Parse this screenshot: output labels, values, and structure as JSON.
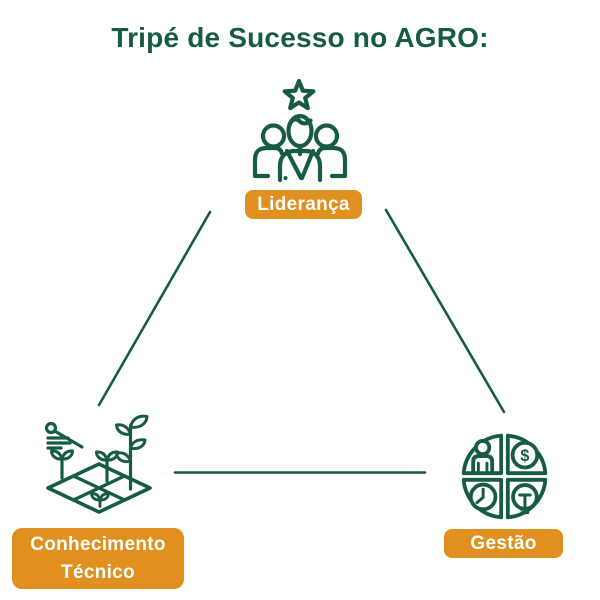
{
  "title": "Tripé de Sucesso no AGRO:",
  "colors": {
    "brand_green": "#175C42",
    "accent_orange": "#E0901F",
    "label_text": "#FFFFFF",
    "background": "#FFFFFF"
  },
  "nodes": {
    "leadership": {
      "label": "Liderança",
      "icon": "leader-team-with-star-icon"
    },
    "technical_knowledge": {
      "label_line1": "Conhecimento",
      "label_line2": "Técnico",
      "icon": "crop-field-with-plants-icon"
    },
    "management": {
      "label": "Gestão",
      "icon": "management-quadrants-person-money-clock-bulb-icon",
      "coin_symbol": "$"
    }
  },
  "connectors": [
    "leadership-to-technical_knowledge",
    "leadership-to-management",
    "technical_knowledge-to-management"
  ]
}
